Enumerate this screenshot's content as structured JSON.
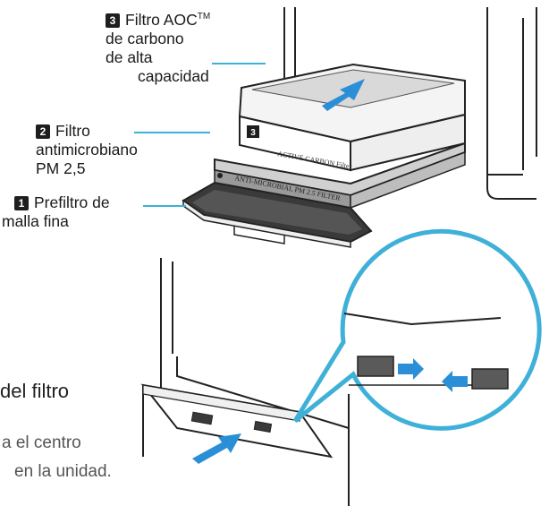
{
  "labels": {
    "filter3": {
      "number": "3",
      "line1_prefix": "Filtro AOC",
      "line1_sup": "TM",
      "line2": "de carbono",
      "line3": "de alta",
      "line4": "capacidad"
    },
    "filter2": {
      "number": "2",
      "line1": "Filtro",
      "line2": "antimicrobiano",
      "line3": "PM 2,5"
    },
    "filter1": {
      "number": "1",
      "line1": "Prefiltro de",
      "line2": "malla fina"
    }
  },
  "filter_print": {
    "carbon_badge": "3",
    "carbon_text": "ACTIVE CARBON Filter",
    "pm_text": "ANTI-MICROBIAL PM 2.5 FILTER"
  },
  "section": {
    "heading": "del filtro",
    "body_line1": "a el centro",
    "body_line2": "en la unidad."
  },
  "colors": {
    "accent_blue": "#2a8fd6",
    "leader_line": "#3fb0d8"
  }
}
